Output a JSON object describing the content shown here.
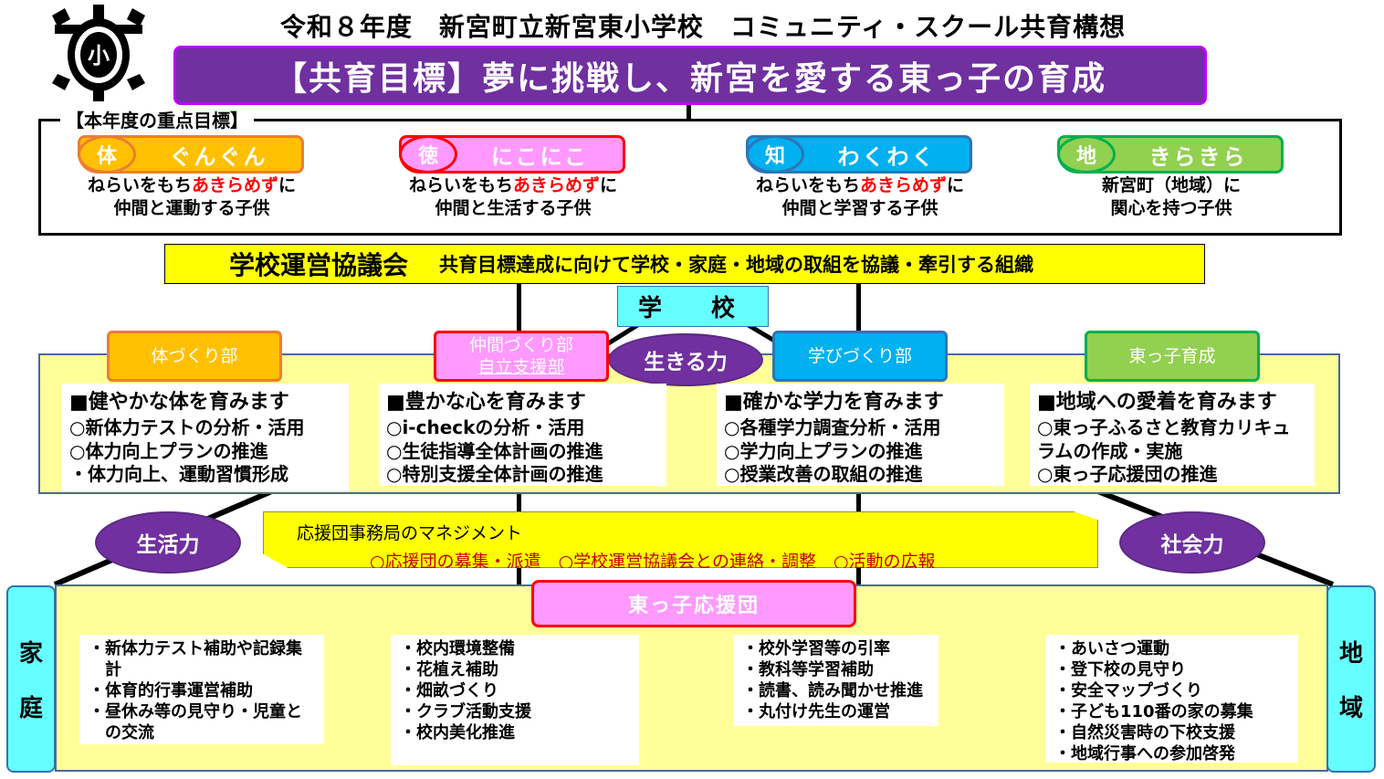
{
  "title": "令和８年度　新宮町立新宮東小学校　コミュニティ・スクール共育構想",
  "banner": "【共育目標】夢に挑戦し、新宮を愛する東っ子の育成",
  "logo": {
    "icon": "school-emblem",
    "text": "小"
  },
  "goals": {
    "label": "【本年度の重点目標】",
    "items": [
      {
        "char": "体",
        "name": "ぐんぐん",
        "pre": "ねらいをもち",
        "em": "あきらめず",
        "post": "に",
        "line2": "仲間と運動する子供",
        "color": "#ffc000",
        "border": "#ed7d31"
      },
      {
        "char": "徳",
        "name": "にこにこ",
        "pre": "ねらいをもち",
        "em": "あきらめず",
        "post": "に",
        "line2": "仲間と生活する子供",
        "color": "#ff99ff",
        "border": "#ff0000"
      },
      {
        "char": "知",
        "name": "わくわく",
        "pre": "ねらいをもち",
        "em": "あきらめず",
        "post": "に",
        "line2": "仲間と学習する子供",
        "color": "#00b0f0",
        "border": "#2e75b6"
      },
      {
        "char": "地",
        "name": "きらきら",
        "pre": "新宮町（地域）に",
        "em": "",
        "post": "",
        "line2": "関心を持つ子供",
        "color": "#92d050",
        "border": "#00b050"
      }
    ]
  },
  "council": {
    "name": "学校運営協議会",
    "desc": "共育目標達成に向けて学校・家庭・地域の取組を協議・牽引する組織"
  },
  "school": "学　校",
  "ikiru": "生きる力",
  "departments": [
    {
      "name": "体づくり部",
      "heading": "■健やかな体を育みます",
      "items": [
        "○新体力テストの分析・活用",
        "○体力向上プランの推進",
        "・体力向上、運動習慣形成"
      ]
    },
    {
      "name": "仲間づくり部\n自立支援部",
      "heading": "■豊かな心を育みます",
      "items": [
        "○i-checkの分析・活用",
        "○生徒指導全体計画の推進",
        "○特別支援全体計画の推進"
      ]
    },
    {
      "name": "学びづくり部",
      "heading": "■確かな学力を育みます",
      "items": [
        "○各種学力調査分析・活用",
        "○学力向上プランの推進",
        "○授業改善の取組の推進"
      ]
    },
    {
      "name": "東っ子育成",
      "heading": "■地域への愛着を育みます",
      "items": [
        "○東っ子ふるさと教育カリキュラムの作成・実施",
        "○東っ子応援団の推進"
      ]
    }
  ],
  "seikatsu": "生活力",
  "shakai": "社会力",
  "management": {
    "title": "応援団事務局のマネジメント",
    "items": "○応援団の募集・派遣　○学校運営協議会との連絡・調整　○活動の広報"
  },
  "home": "家　庭",
  "home_chars": [
    "家",
    "庭"
  ],
  "region_chars": [
    "地",
    "域"
  ],
  "supporters": "東っ子応援団",
  "support_lists": [
    [
      "・新体力テスト補助や記録集計",
      "・体育的行事運営補助",
      "・昼休み等の見守り・児童との交流"
    ],
    [
      "・校内環境整備",
      "・花植え補助",
      "・畑畝づくり",
      "・クラブ活動支援",
      "・校内美化推進"
    ],
    [
      "・校外学習等の引率",
      "・教科等学習補助",
      "・読書、読み聞かせ推進",
      "・丸付け先生の運営"
    ],
    [
      "・あいさつ運動",
      "・登下校の見守り",
      "・安全マップづくり",
      "・子ども110番の家の募集",
      "・自然災害時の下校支援",
      "・地域行事への参加啓発"
    ]
  ]
}
